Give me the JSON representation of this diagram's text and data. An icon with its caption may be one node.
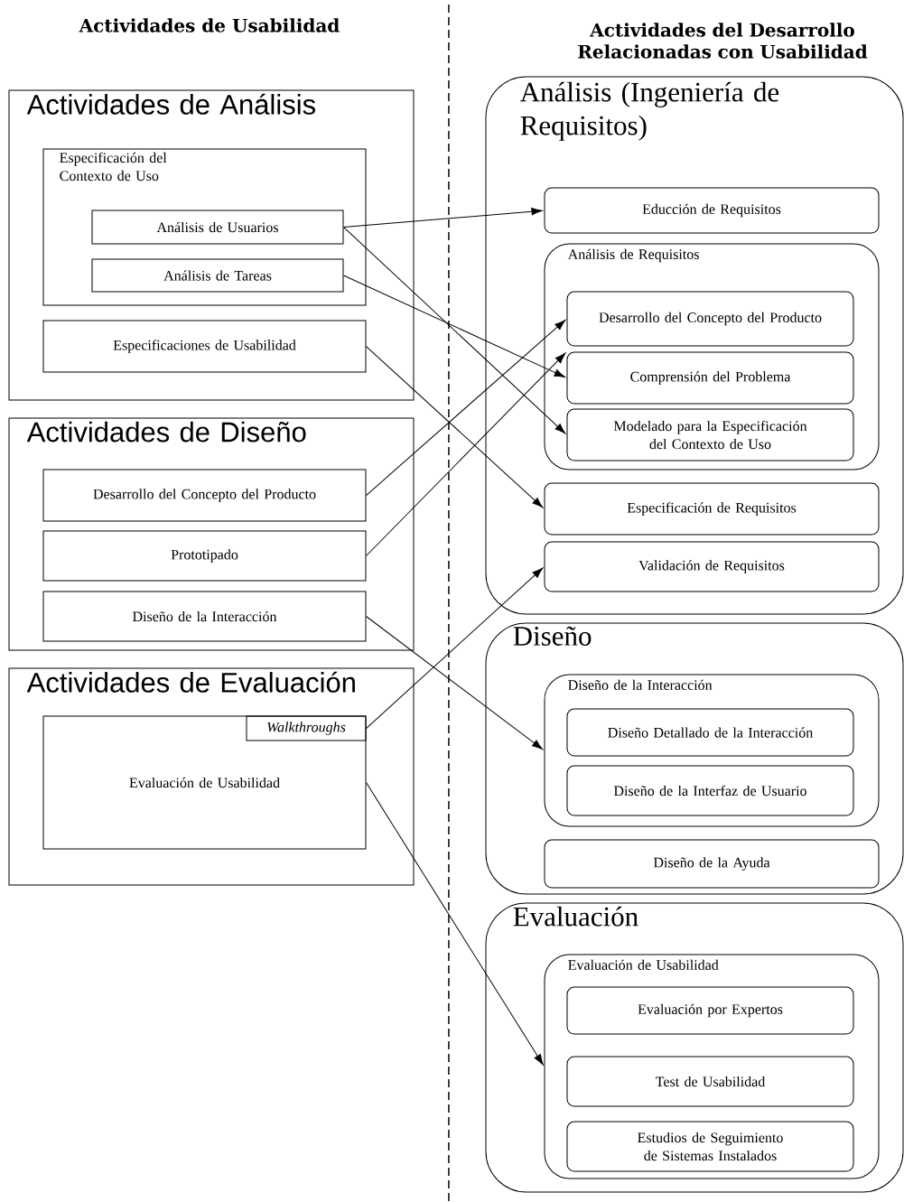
{
  "diagram": {
    "nodes": [
      {
        "text": [
          "Actividades de Análisis"
        ]
      },
      {
        "text": [
          "Especificación del Contexto de Uso"
        ],
        "in": 0
      },
      {
        "text": [
          "Análisis de Usuarios"
        ],
        "in": 1
      },
      {
        "text": [
          "Análisis de Tareas"
        ],
        "in": 1
      },
      {
        "text": [
          "Especificaciones de Usabilidad"
        ],
        "in": 0
      },
      {
        "text": [
          "Actividades de Diseño"
        ]
      },
      {
        "text": [
          "Desarrollo del Concepto del Producto"
        ],
        "in": 5
      },
      {
        "text": [
          "Prototipado"
        ],
        "in": 5
      },
      {
        "text": [
          "Diseño de la Interacción"
        ],
        "in": 5
      },
      {
        "text": [
          "Actividades de Evaluación"
        ]
      },
      {
        "text": [
          "Evaluación de Usabilidad"
        ],
        "in": 9
      },
      {
        "text": [
          "Walkthroughs"
        ],
        "in": 10
      },
      {
        "text": [
          "Análisis (Ingeniería de Requisitos)"
        ]
      },
      {
        "text": [
          "Educción de Requisitos"
        ],
        "in": 12
      },
      {
        "text": [
          "Análisis de Requisitos"
        ],
        "in": 12
      },
      {
        "text": [
          "Desarrollo del Concepto del Producto"
        ],
        "in": 14
      },
      {
        "text": [
          "Comprensión del Problema"
        ],
        "in": 14
      },
      {
        "text": [
          "Modelado para la Especificación del Contexto de Uso"
        ],
        "in": 14
      },
      {
        "text": [
          "Especificación de Requisitos"
        ],
        "in": 12
      },
      {
        "text": [
          "Validación de Requisitos"
        ],
        "in": 12
      },
      {
        "text": [
          "Diseño"
        ]
      },
      {
        "text": [
          "Diseño de la Interacción"
        ],
        "in": 20
      },
      {
        "text": [
          "Diseño Detallado de la Interacción"
        ],
        "in": 21
      },
      {
        "text": [
          "Diseño de la Interfaz de Usuario"
        ],
        "in": 21
      },
      {
        "text": [
          "Diseño de la Ayuda"
        ],
        "in": 20
      },
      {
        "text": [
          "Evaluación"
        ]
      },
      {
        "text": [
          "Evaluación de Usabilidad"
        ],
        "in": 25
      },
      {
        "text": [
          "Evaluación por Expertos"
        ],
        "in": 26
      },
      {
        "text": [
          "Test de Usabilidad"
        ],
        "in": 26
      },
      {
        "text": [
          "Estudios de Seguimiento de Sistemas Instalados"
        ],
        "in": 26
      }
    ],
    "edges": [
      {
        "from": 2,
        "to": 13,
        "arrow": "to"
      },
      {
        "from": 2,
        "to": 17,
        "arrow": "to"
      },
      {
        "from": 3,
        "to": 16,
        "arrow": "to"
      },
      {
        "from": 4,
        "to": 18,
        "arrow": "to"
      },
      {
        "from": 6,
        "to": 15,
        "arrow": "to"
      },
      {
        "from": 7,
        "to": 16,
        "arrow": "to"
      },
      {
        "from": 8,
        "to": 21,
        "arrow": "to"
      },
      {
        "from": 11,
        "to": 19,
        "arrow": "to"
      },
      {
        "from": 10,
        "to": 26,
        "arrow": "to"
      }
    ],
    "labels": [
      "Actividades de Usabilidad",
      "Actividades del Desarrollo Relacionadas con Usabilidad"
    ]
  }
}
